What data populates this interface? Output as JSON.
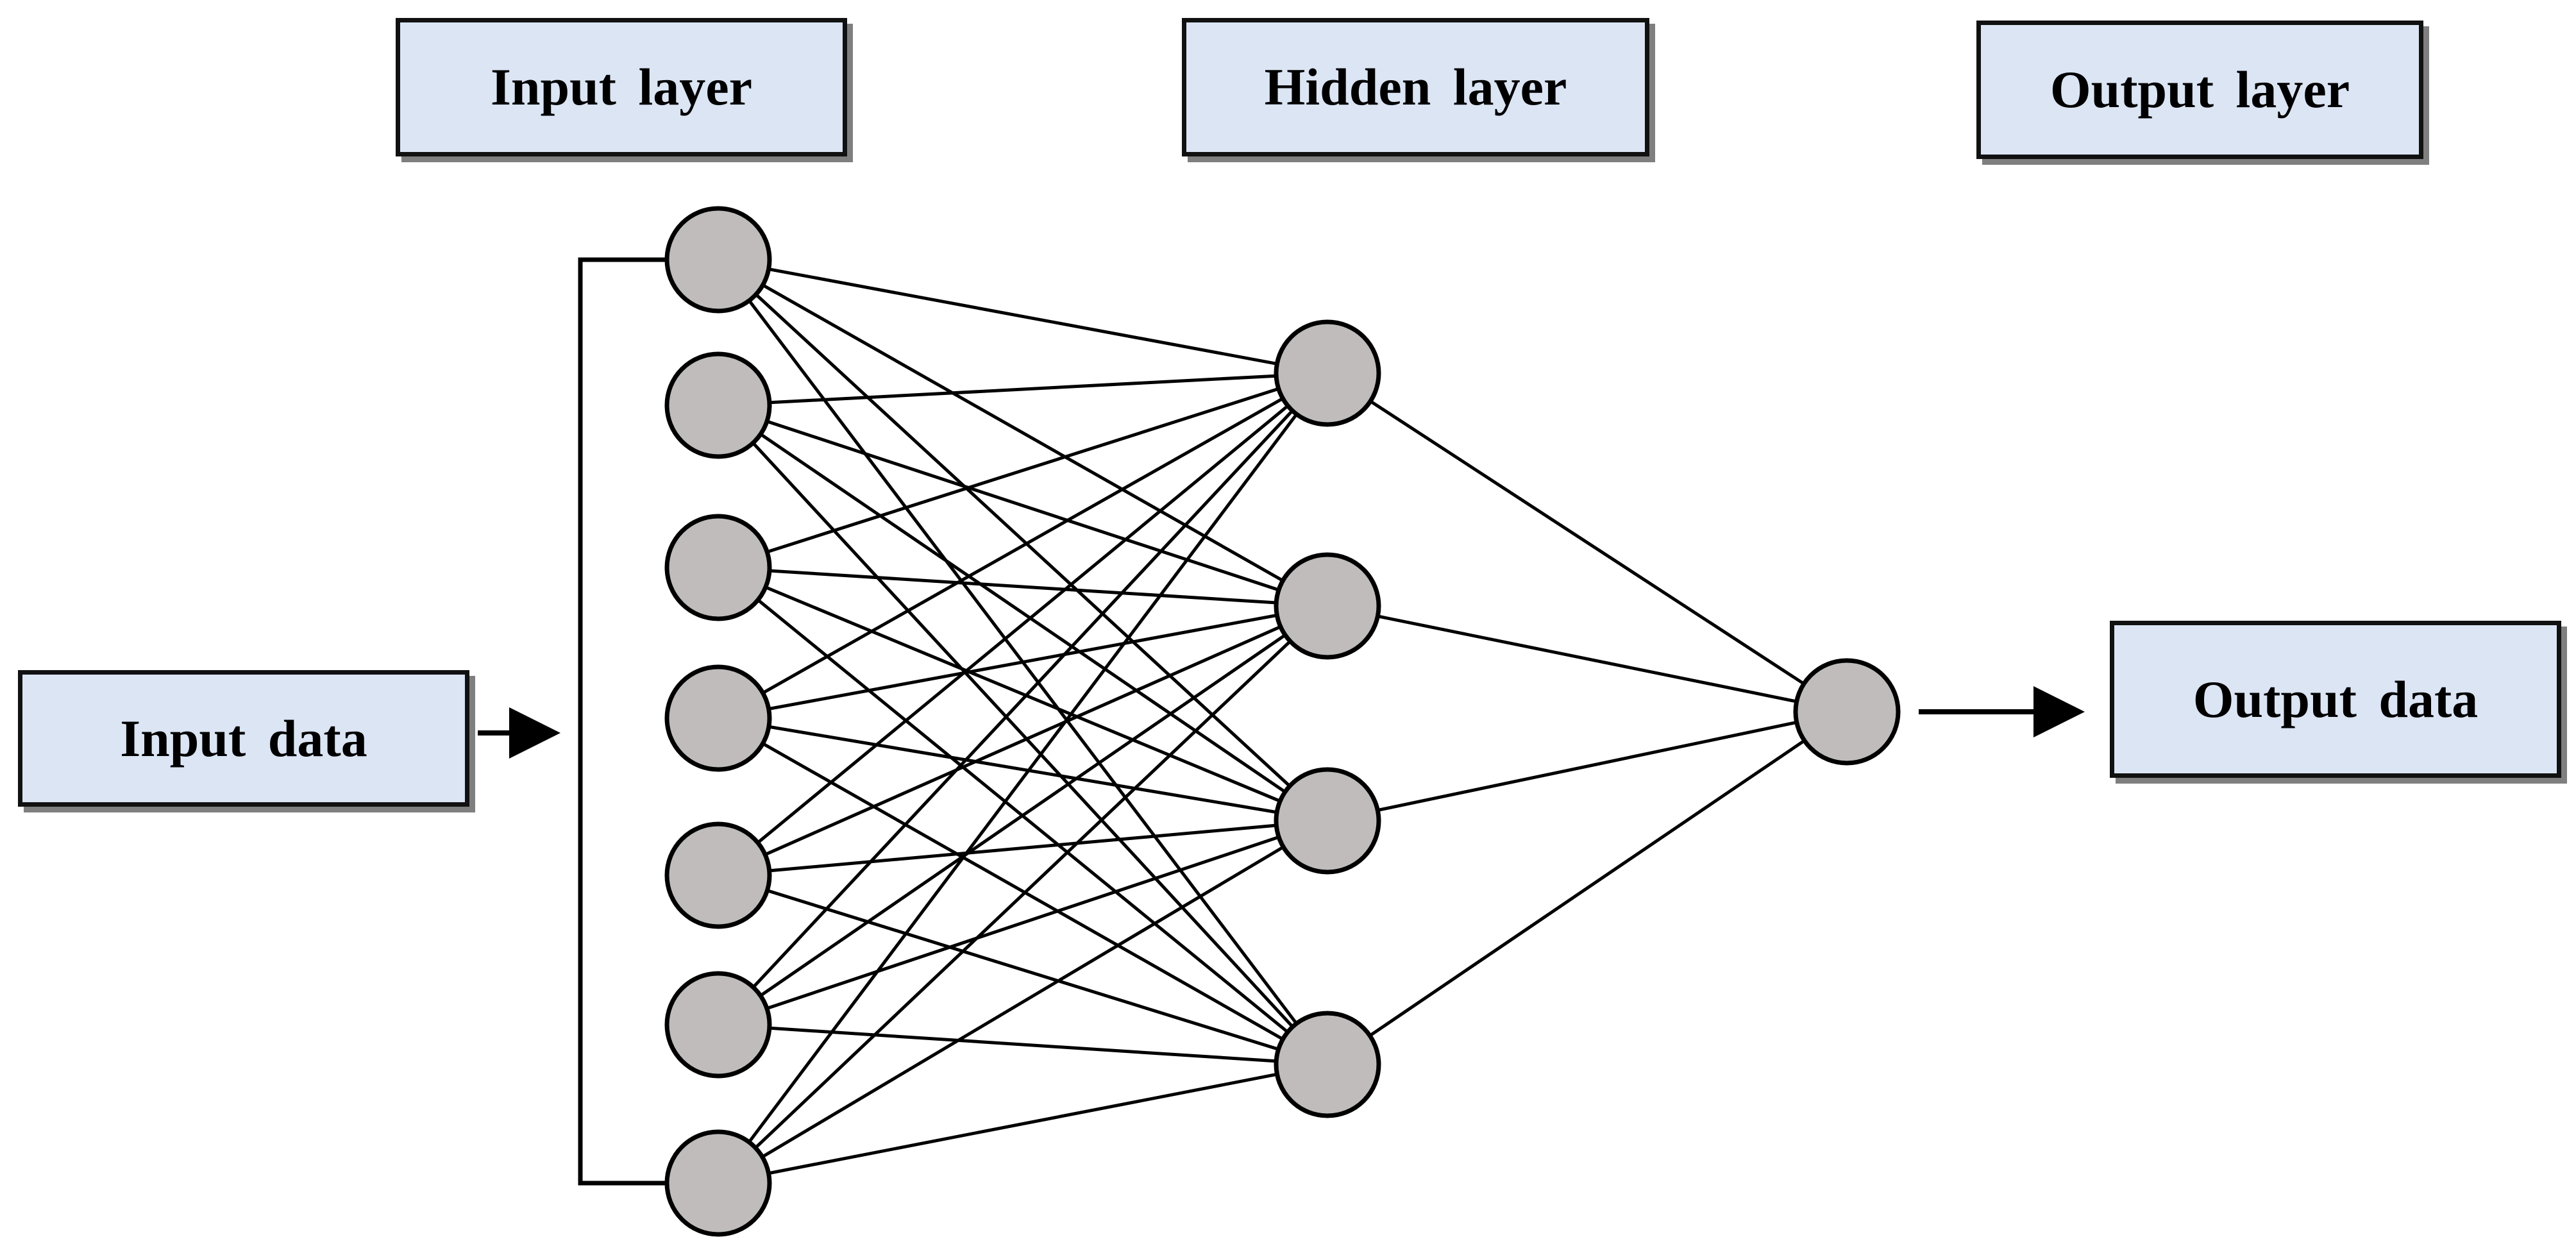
{
  "labels": {
    "input_layer": "Input layer",
    "hidden_layer": "Hidden layer",
    "output_layer": "Output layer",
    "input_data": "Input data",
    "output_data": "Output data"
  },
  "network": {
    "layers": [
      {
        "nodes": 7
      },
      {
        "nodes": 4
      },
      {
        "nodes": 1
      }
    ],
    "connectivity": "fully-connected"
  },
  "colors": {
    "box_fill": "#dbe5f4",
    "node_fill": "#c0bcbc",
    "line": "#000000",
    "shadow": "#7f7f7f"
  }
}
